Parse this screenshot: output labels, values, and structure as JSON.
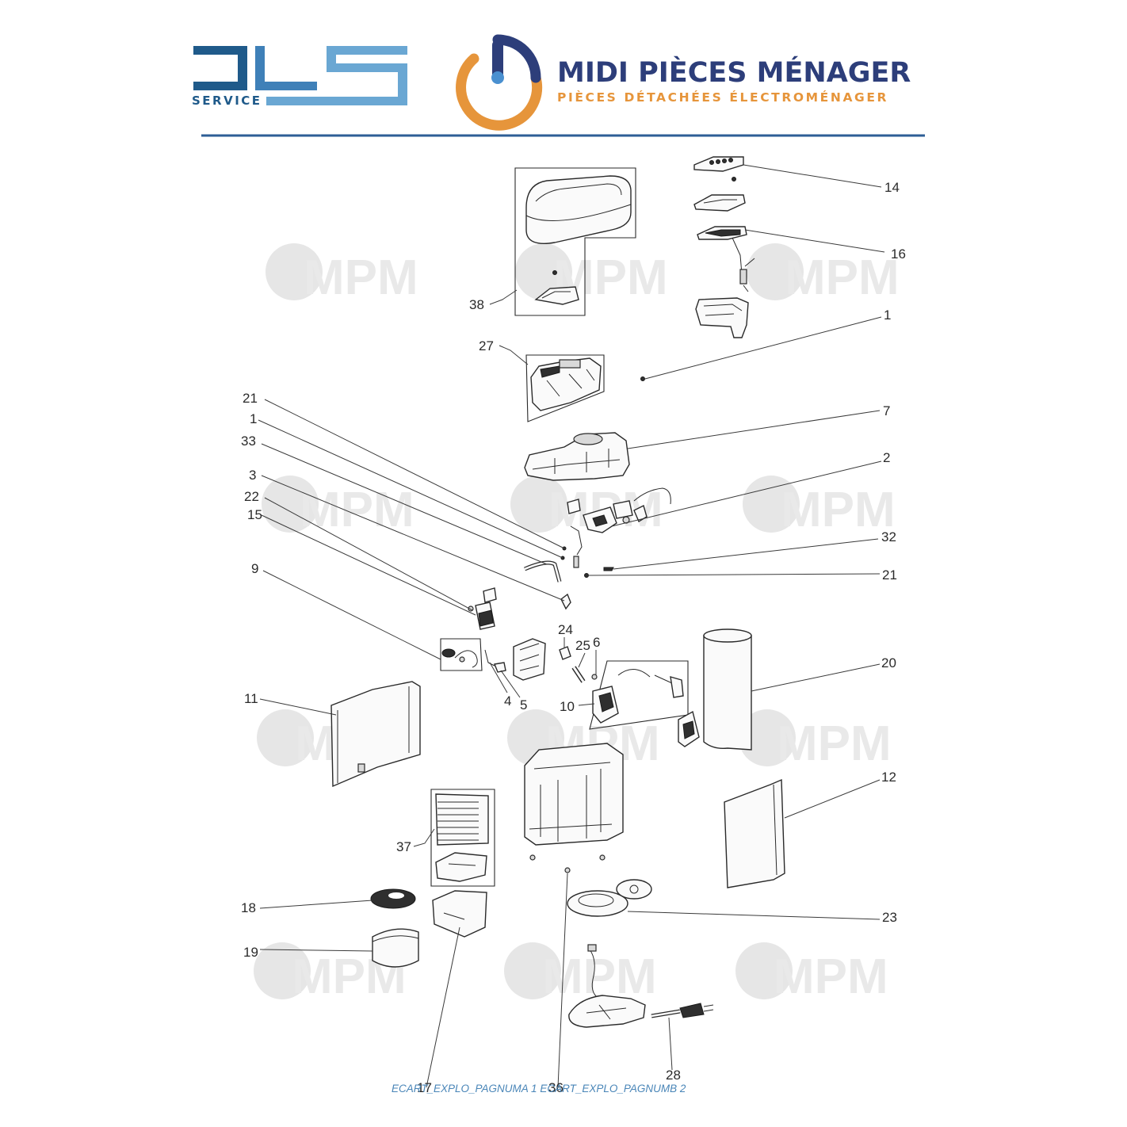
{
  "header": {
    "dls_service_label": "SERVICE",
    "brand_title": "MIDI PIÈCES MÉNAGER",
    "brand_subtitle": "PIÈCES DÉTACHÉES ÉLECTROMÉNAGER",
    "colors": {
      "dls_dark": "#1f5a8a",
      "dls_light": "#6aa7d3",
      "brand_navy": "#2d3e7a",
      "brand_orange": "#e6953b",
      "rule": "#2d5e96"
    }
  },
  "watermark_text": "MPM",
  "part_labels": {
    "p14": "14",
    "p16": "16",
    "p1a": "1",
    "p38": "38",
    "p27": "27",
    "p7": "7",
    "p21a": "21",
    "p1b": "1",
    "p33": "33",
    "p3": "3",
    "p22": "22",
    "p15": "15",
    "p2": "2",
    "p32": "32",
    "p21b": "21",
    "p9": "9",
    "p24": "24",
    "p25": "25",
    "p6": "6",
    "p20": "20",
    "p4": "4",
    "p5": "5",
    "p10": "10",
    "p11": "11",
    "p12": "12",
    "p37": "37",
    "p18": "18",
    "p19": "19",
    "p23": "23",
    "p28": "28",
    "p17": "17",
    "p36": "36"
  },
  "footer_text": "ECART_EXPLO_PAGNUMA 1 ECART_EXPLO_PAGNUMB 2"
}
